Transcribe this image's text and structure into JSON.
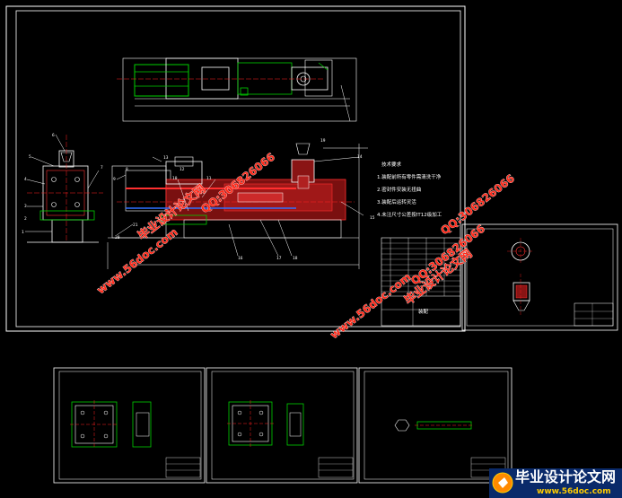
{
  "watermark": {
    "site_cn": "毕业设计论文网",
    "url": "www.56doc.com",
    "qq": "QQ:306826066"
  },
  "main_sheet": {
    "part_numbers": [
      "6",
      "5",
      "4",
      "3",
      "2",
      "1",
      "8",
      "9",
      "20",
      "21",
      "16",
      "17",
      "18",
      "15",
      "14",
      "13",
      "12",
      "11",
      "10",
      "19",
      "7"
    ],
    "notes": [
      "技术要求",
      "1.装配前所有零件需清洗干净",
      "2.密封件安装无扭曲",
      "3.装配后运转灵活",
      "4.未注尺寸公差按IT12级加工"
    ],
    "title_block_label": "装配"
  },
  "badge": {
    "title": "毕业设计论文网",
    "url": "www.56doc.com"
  },
  "colors": {
    "background": "#000000",
    "frame": "#ffffff",
    "part_lines": "#00d000",
    "center_lines": "#ff2020",
    "hatch": "#ff3030",
    "blue": "#3070ff",
    "watermark": "#ff2a1a"
  }
}
